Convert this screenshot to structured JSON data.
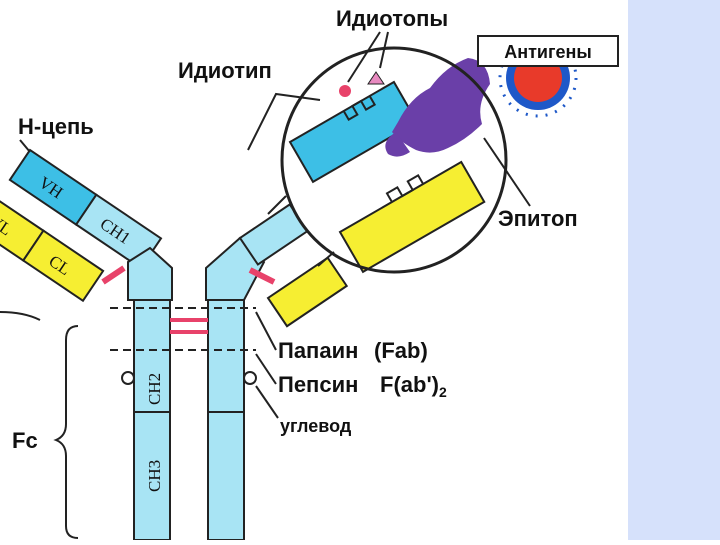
{
  "labels": {
    "heavy_chain": "Н-цепь",
    "idiotype": "Идиотип",
    "idiotopes": "Идиотопы",
    "antigens": "Антигены",
    "epitope": "Эпитоп",
    "papain": "Папаин",
    "fab": "(Fab)",
    "pepsin": "Пепсин",
    "fab2_main": "F(ab')",
    "fab2_sub": "2",
    "carbohydrate": "углевод",
    "fc": "Fc"
  },
  "domains": {
    "vh": "VH",
    "vl": "VL",
    "cl": "CL",
    "ch1": "CH1",
    "ch2": "CH2",
    "ch3": "CH3"
  },
  "colors": {
    "heavy": "#a8e4f4",
    "heavy_dark": "#3dbfe6",
    "light": "#f6ee32",
    "hinge": "#e8426a",
    "antigen_purple": "#6a3fa8",
    "antigen_red": "#e83a2a",
    "antigen_blue": "#1e58c8",
    "side_panel": "#c8d8f8"
  }
}
